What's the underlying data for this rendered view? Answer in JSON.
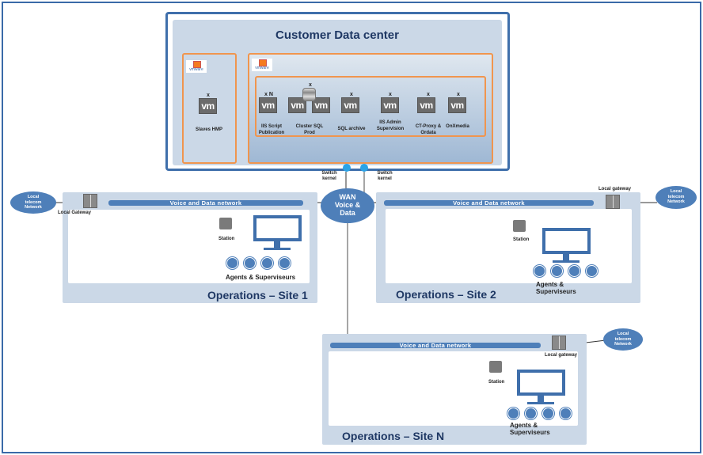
{
  "datacenter": {
    "title": "Customer Data center",
    "vmware_logo": "vmware",
    "vms": [
      {
        "mult": "x",
        "label": "Slaves HMP"
      },
      {
        "mult": "x N",
        "label": "IIS Script Publication"
      },
      {
        "mult": "x",
        "label": "Cluster SQL Prod"
      },
      {
        "mult": "x",
        "label": "SQL archive"
      },
      {
        "mult": "x",
        "label": "IIS Admin Supervision"
      },
      {
        "mult": "x",
        "label": "CT-Proxy & Ordata"
      },
      {
        "mult": "x",
        "label": "OnXmedia"
      }
    ],
    "vm_text": "vm",
    "switch_label": "Switch kernel"
  },
  "wan": "WAN Voice & Data",
  "network_label": "Voice and Data network",
  "telecom": "Local telecom Network",
  "sites": [
    {
      "title": "Operations – Site 1",
      "gateway": "Local Gateway"
    },
    {
      "title": "Operations – Site 2",
      "gateway": "Local gateway"
    },
    {
      "title": "Operations – Site N",
      "gateway": "Local gateway"
    }
  ],
  "station": "Station",
  "agents": "Agents & Superviseurs",
  "colors": {
    "border": "#3f6fab",
    "network": "#4e7fb9",
    "vm_box": "#f0954e",
    "panel": "#cbd8e7"
  }
}
